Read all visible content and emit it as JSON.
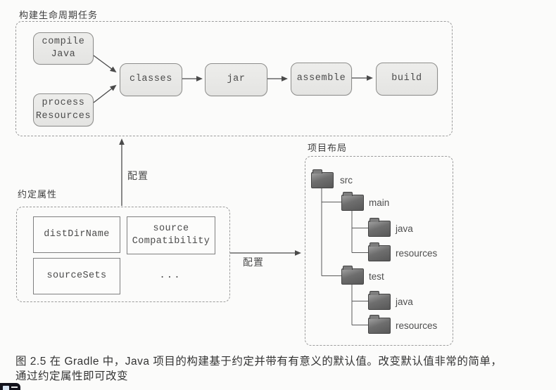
{
  "lifecycle": {
    "title": "构建生命周期任务",
    "task_compile_java": "compile\nJava",
    "task_process_resources": "process\nResources",
    "task_classes": "classes",
    "task_jar": "jar",
    "task_assemble": "assemble",
    "task_build": "build"
  },
  "conventions": {
    "title": "约定属性",
    "prop_dist_dir_name": "distDirName",
    "prop_source_compatibility": "source\nCompatibility",
    "prop_source_sets": "sourceSets",
    "prop_more": "..."
  },
  "arrows": {
    "configure_up_label": "配置",
    "configure_right_label": "配置"
  },
  "project_layout": {
    "title": "项目布局",
    "folders": {
      "src": "src",
      "main": "main",
      "main_java": "java",
      "main_resources": "resources",
      "test": "test",
      "test_java": "java",
      "test_resources": "resources"
    }
  },
  "caption": {
    "line1": "图 2.5  在 Gradle 中，Java 项目的构建基于约定并带有有意义的默认值。改变默认值非常的简单，",
    "line2": "通过约定属性即可改变"
  },
  "colors": {
    "task_box_fill": "#e9e9e7",
    "task_box_border": "#8d8d8b",
    "dashed_border": "#9b9b9b",
    "folder_gray": "#6e6e6e",
    "connector_line": "#4a4a4a",
    "caption_text": "#333333"
  }
}
